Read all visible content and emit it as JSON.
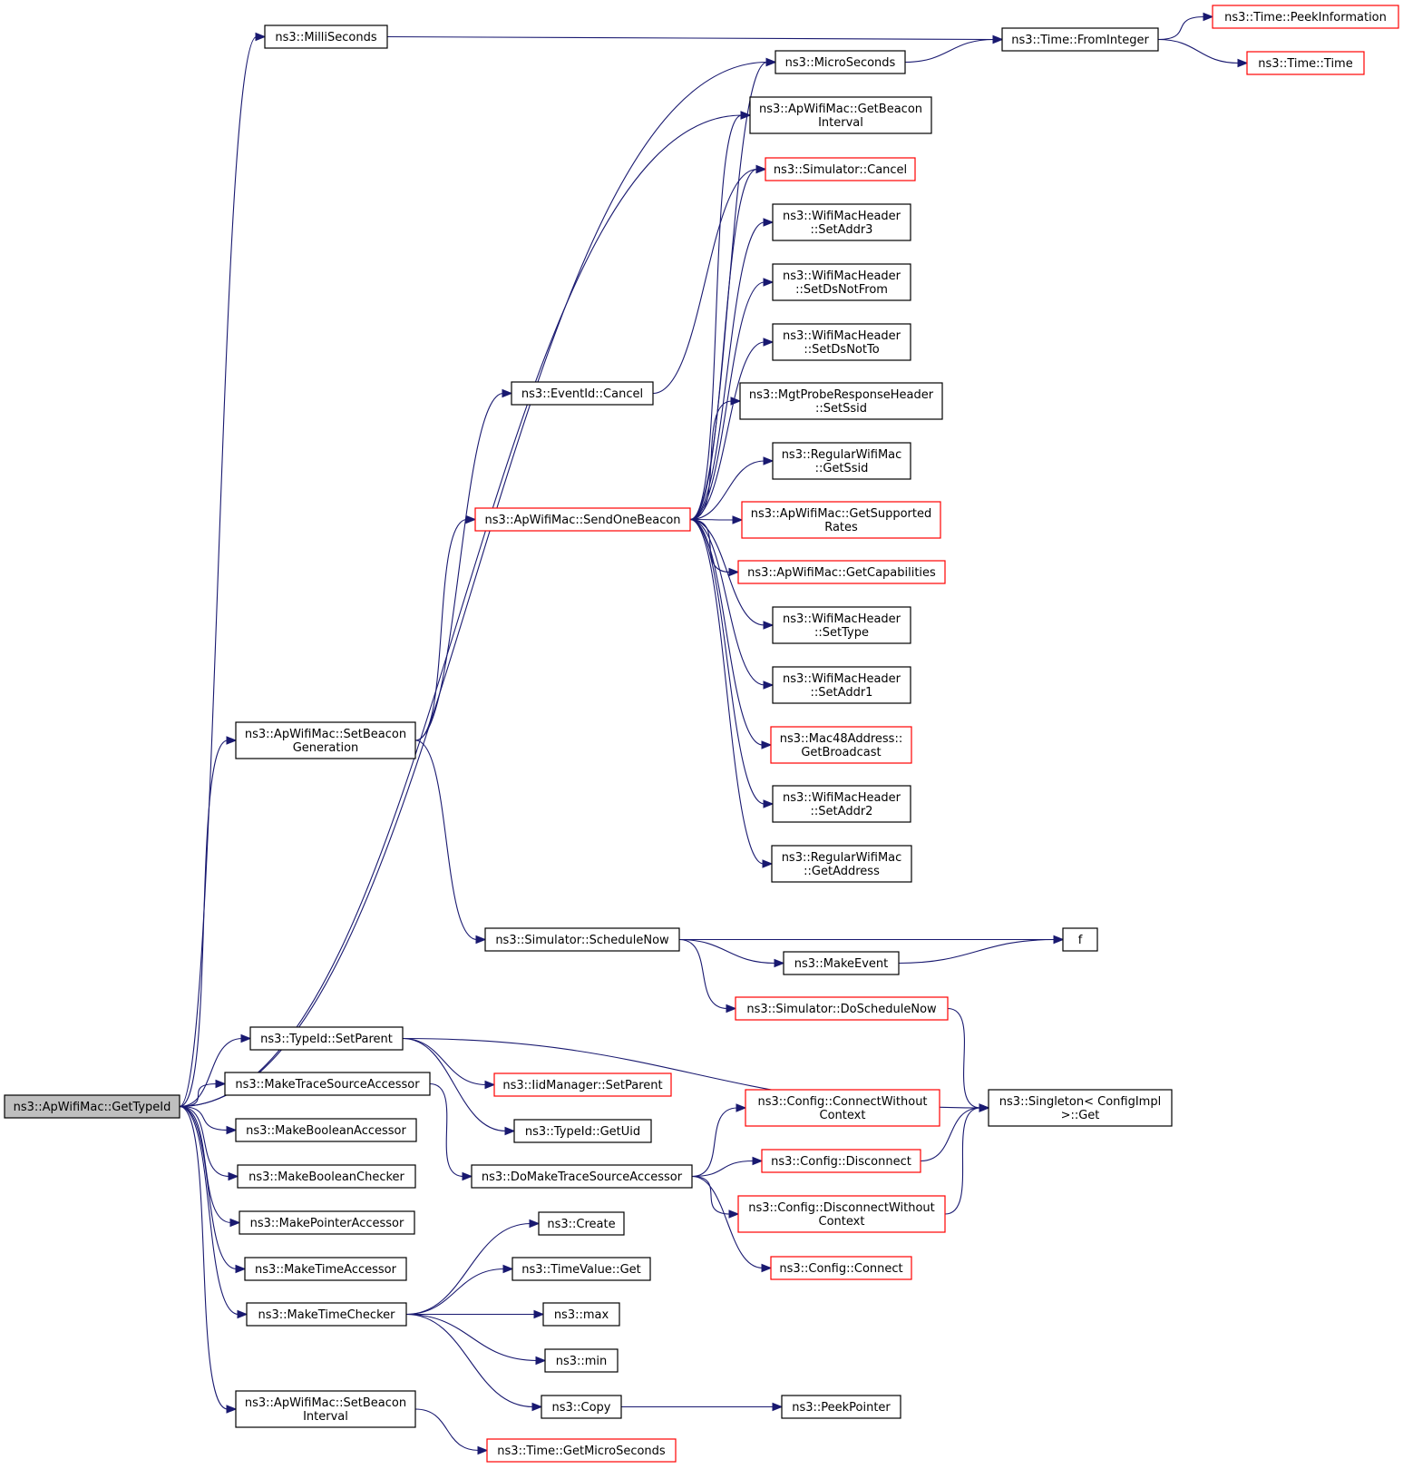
{
  "colors": {
    "edge": "#191970",
    "node_border": "#000000",
    "node_border_truncated": "#ff0000",
    "node_fill": "#ffffff",
    "root_fill": "#bfbfbf"
  },
  "nodes": [
    {
      "id": "root",
      "lines": [
        "ns3::ApWifiMac::GetTypeId"
      ],
      "style": "root"
    },
    {
      "id": "millis",
      "lines": [
        "ns3::MilliSeconds"
      ],
      "style": "normal"
    },
    {
      "id": "fromint",
      "lines": [
        "ns3::Time::FromInteger"
      ],
      "style": "normal"
    },
    {
      "id": "peekinfo",
      "lines": [
        "ns3::Time::PeekInformation"
      ],
      "style": "truncated"
    },
    {
      "id": "timetime",
      "lines": [
        "ns3::Time::Time"
      ],
      "style": "truncated"
    },
    {
      "id": "micros",
      "lines": [
        "ns3::MicroSeconds"
      ],
      "style": "normal"
    },
    {
      "id": "getbeacon",
      "lines": [
        "ns3::ApWifiMac::GetBeacon",
        "Interval"
      ],
      "style": "normal"
    },
    {
      "id": "simcancel",
      "lines": [
        "ns3::Simulator::Cancel"
      ],
      "style": "truncated"
    },
    {
      "id": "setaddr3",
      "lines": [
        "ns3::WifiMacHeader",
        "::SetAddr3"
      ],
      "style": "normal"
    },
    {
      "id": "setdsnotfrom",
      "lines": [
        "ns3::WifiMacHeader",
        "::SetDsNotFrom"
      ],
      "style": "normal"
    },
    {
      "id": "setdsnotto",
      "lines": [
        "ns3::WifiMacHeader",
        "::SetDsNotTo"
      ],
      "style": "normal"
    },
    {
      "id": "mgtssid",
      "lines": [
        "ns3::MgtProbeResponseHeader",
        "::SetSsid"
      ],
      "style": "normal"
    },
    {
      "id": "getssid",
      "lines": [
        "ns3::RegularWifiMac",
        "::GetSsid"
      ],
      "style": "normal"
    },
    {
      "id": "eventcancel",
      "lines": [
        "ns3::EventId::Cancel"
      ],
      "style": "normal"
    },
    {
      "id": "sendbeacon",
      "lines": [
        "ns3::ApWifiMac::SendOneBeacon"
      ],
      "style": "truncated"
    },
    {
      "id": "getsupported",
      "lines": [
        "ns3::ApWifiMac::GetSupported",
        "Rates"
      ],
      "style": "truncated"
    },
    {
      "id": "getcap",
      "lines": [
        "ns3::ApWifiMac::GetCapabilities"
      ],
      "style": "truncated"
    },
    {
      "id": "settype",
      "lines": [
        "ns3::WifiMacHeader",
        "::SetType"
      ],
      "style": "normal"
    },
    {
      "id": "setaddr1",
      "lines": [
        "ns3::WifiMacHeader",
        "::SetAddr1"
      ],
      "style": "normal"
    },
    {
      "id": "getbroadcast",
      "lines": [
        "ns3::Mac48Address::",
        "GetBroadcast"
      ],
      "style": "truncated"
    },
    {
      "id": "setaddr2",
      "lines": [
        "ns3::WifiMacHeader",
        "::SetAddr2"
      ],
      "style": "normal"
    },
    {
      "id": "getaddress",
      "lines": [
        "ns3::RegularWifiMac",
        "::GetAddress"
      ],
      "style": "normal"
    },
    {
      "id": "setbeacongen",
      "lines": [
        "ns3::ApWifiMac::SetBeacon",
        "Generation"
      ],
      "style": "normal"
    },
    {
      "id": "schednow",
      "lines": [
        "ns3::Simulator::ScheduleNow"
      ],
      "style": "normal"
    },
    {
      "id": "f",
      "lines": [
        "f"
      ],
      "style": "normal"
    },
    {
      "id": "makeevent",
      "lines": [
        "ns3::MakeEvent"
      ],
      "style": "normal"
    },
    {
      "id": "doschednow",
      "lines": [
        "ns3::Simulator::DoScheduleNow"
      ],
      "style": "truncated"
    },
    {
      "id": "setparent",
      "lines": [
        "ns3::TypeId::SetParent"
      ],
      "style": "normal"
    },
    {
      "id": "iidsetparent",
      "lines": [
        "ns3::IidManager::SetParent"
      ],
      "style": "truncated"
    },
    {
      "id": "singleton",
      "lines": [
        "ns3::Singleton< ConfigImpl",
        " >::Get"
      ],
      "style": "normal"
    },
    {
      "id": "maketrace",
      "lines": [
        "ns3::MakeTraceSourceAccessor"
      ],
      "style": "normal"
    },
    {
      "id": "getuid",
      "lines": [
        "ns3::TypeId::GetUid"
      ],
      "style": "normal"
    },
    {
      "id": "confconnwo",
      "lines": [
        "ns3::Config::ConnectWithout",
        "Context"
      ],
      "style": "truncated"
    },
    {
      "id": "boolacc",
      "lines": [
        "ns3::MakeBooleanAccessor"
      ],
      "style": "normal"
    },
    {
      "id": "domaketrace",
      "lines": [
        "ns3::DoMakeTraceSourceAccessor"
      ],
      "style": "normal"
    },
    {
      "id": "confdisc",
      "lines": [
        "ns3::Config::Disconnect"
      ],
      "style": "truncated"
    },
    {
      "id": "boolcheck",
      "lines": [
        "ns3::MakeBooleanChecker"
      ],
      "style": "normal"
    },
    {
      "id": "confdiscwo",
      "lines": [
        "ns3::Config::DisconnectWithout",
        "Context"
      ],
      "style": "truncated"
    },
    {
      "id": "ptracc",
      "lines": [
        "ns3::MakePointerAccessor"
      ],
      "style": "normal"
    },
    {
      "id": "create",
      "lines": [
        "ns3::Create"
      ],
      "style": "normal"
    },
    {
      "id": "timeacc",
      "lines": [
        "ns3::MakeTimeAccessor"
      ],
      "style": "normal"
    },
    {
      "id": "timevalget",
      "lines": [
        "ns3::TimeValue::Get"
      ],
      "style": "normal"
    },
    {
      "id": "confconn",
      "lines": [
        "ns3::Config::Connect"
      ],
      "style": "truncated"
    },
    {
      "id": "timecheck",
      "lines": [
        "ns3::MakeTimeChecker"
      ],
      "style": "normal"
    },
    {
      "id": "max",
      "lines": [
        "ns3::max"
      ],
      "style": "normal"
    },
    {
      "id": "min",
      "lines": [
        "ns3::min"
      ],
      "style": "normal"
    },
    {
      "id": "copy",
      "lines": [
        "ns3::Copy"
      ],
      "style": "normal"
    },
    {
      "id": "peekptr",
      "lines": [
        "ns3::PeekPointer"
      ],
      "style": "normal"
    },
    {
      "id": "setbeaconint",
      "lines": [
        "ns3::ApWifiMac::SetBeacon",
        "Interval"
      ],
      "style": "normal"
    },
    {
      "id": "getmicros",
      "lines": [
        "ns3::Time::GetMicroSeconds"
      ],
      "style": "truncated"
    }
  ],
  "edges": [
    [
      "root",
      "millis"
    ],
    [
      "root",
      "micros"
    ],
    [
      "root",
      "getbeacon"
    ],
    [
      "root",
      "setbeacongen"
    ],
    [
      "root",
      "setparent"
    ],
    [
      "root",
      "maketrace"
    ],
    [
      "root",
      "boolacc"
    ],
    [
      "root",
      "boolcheck"
    ],
    [
      "root",
      "ptracc"
    ],
    [
      "root",
      "timeacc"
    ],
    [
      "root",
      "timecheck"
    ],
    [
      "root",
      "setbeaconint"
    ],
    [
      "millis",
      "fromint"
    ],
    [
      "micros",
      "fromint"
    ],
    [
      "fromint",
      "peekinfo"
    ],
    [
      "fromint",
      "timetime"
    ],
    [
      "eventcancel",
      "simcancel"
    ],
    [
      "sendbeacon",
      "micros"
    ],
    [
      "sendbeacon",
      "getbeacon"
    ],
    [
      "sendbeacon",
      "simcancel"
    ],
    [
      "sendbeacon",
      "setaddr3"
    ],
    [
      "sendbeacon",
      "setdsnotfrom"
    ],
    [
      "sendbeacon",
      "setdsnotto"
    ],
    [
      "sendbeacon",
      "mgtssid"
    ],
    [
      "sendbeacon",
      "getssid"
    ],
    [
      "sendbeacon",
      "getsupported"
    ],
    [
      "sendbeacon",
      "getcap"
    ],
    [
      "sendbeacon",
      "settype"
    ],
    [
      "sendbeacon",
      "setaddr1"
    ],
    [
      "sendbeacon",
      "getbroadcast"
    ],
    [
      "sendbeacon",
      "setaddr2"
    ],
    [
      "sendbeacon",
      "getaddress"
    ],
    [
      "setbeacongen",
      "eventcancel"
    ],
    [
      "setbeacongen",
      "sendbeacon"
    ],
    [
      "setbeacongen",
      "schednow"
    ],
    [
      "schednow",
      "f"
    ],
    [
      "schednow",
      "makeevent"
    ],
    [
      "schednow",
      "doschednow"
    ],
    [
      "makeevent",
      "f"
    ],
    [
      "doschednow",
      "singleton"
    ],
    [
      "setparent",
      "iidsetparent"
    ],
    [
      "setparent",
      "getuid"
    ],
    [
      "setparent",
      "singleton"
    ],
    [
      "maketrace",
      "domaketrace"
    ],
    [
      "domaketrace",
      "confconnwo"
    ],
    [
      "domaketrace",
      "confdisc"
    ],
    [
      "domaketrace",
      "confdiscwo"
    ],
    [
      "domaketrace",
      "confconn"
    ],
    [
      "confdisc",
      "singleton"
    ],
    [
      "confdiscwo",
      "singleton"
    ],
    [
      "timecheck",
      "create"
    ],
    [
      "timecheck",
      "timevalget"
    ],
    [
      "timecheck",
      "max"
    ],
    [
      "timecheck",
      "min"
    ],
    [
      "timecheck",
      "copy"
    ],
    [
      "copy",
      "peekptr"
    ],
    [
      "setbeaconint",
      "getmicros"
    ]
  ]
}
